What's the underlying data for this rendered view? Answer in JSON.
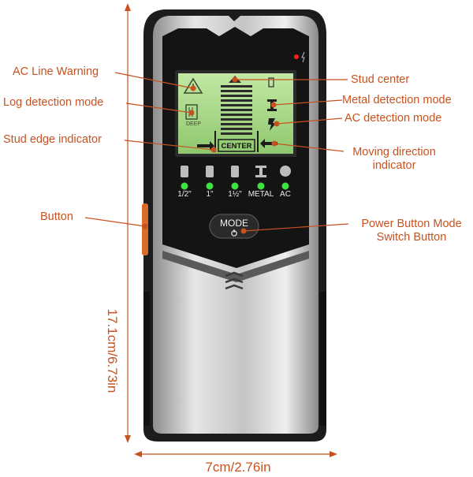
{
  "labels": {
    "ac_line_warning": "AC Line Warning",
    "log_detection_mode": "Log detection mode",
    "stud_edge_indicator": "Stud edge indicator",
    "button": "Button",
    "stud_center": "Stud center",
    "metal_detection_mode": "Metal detection mode",
    "ac_detection_mode": "AC detection mode",
    "moving_direction_line1": "Moving direction",
    "moving_direction_line2": "indicator",
    "power_mode_line1": "Power Button Mode",
    "power_mode_line2": "Switch Button"
  },
  "device": {
    "screen_center_text": "CENTER",
    "screen_deep_text": "DEEP",
    "mode_button_text": "MODE",
    "indicators": [
      "1/2\"",
      "1\"",
      "1½\"",
      "METAL",
      "AC"
    ]
  },
  "dimensions": {
    "height": "17.1cm/6.73in",
    "width": "7cm/2.76in"
  },
  "colors": {
    "accent": "#c8521f",
    "led_green": "#3fe040",
    "led_red": "#ff2020",
    "lcd_green": "#a9d98a"
  }
}
